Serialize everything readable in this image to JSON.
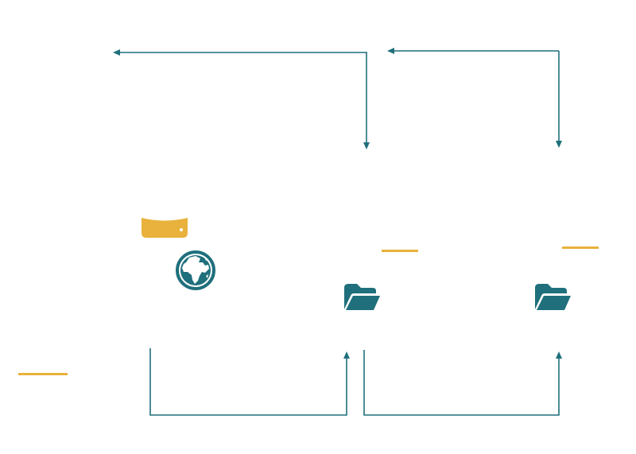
{
  "colors": {
    "connector": "#1f6f7c",
    "accent": "#e8b23c",
    "icon": "#1f6f7c",
    "background": "#ffffff"
  },
  "icons": {
    "database": "database-icon",
    "globe": "globe-icon",
    "folder_a": "folder-open-icon",
    "folder_b": "folder-open-icon"
  },
  "connectors": [
    {
      "name": "arrow-top-left",
      "direction": "left"
    },
    {
      "name": "arrow-top-left-down",
      "direction": "down"
    },
    {
      "name": "arrow-top-right",
      "direction": "left"
    },
    {
      "name": "arrow-top-right-down",
      "direction": "down"
    },
    {
      "name": "arrow-bottom-left",
      "direction": "up"
    },
    {
      "name": "arrow-bottom-right",
      "direction": "up"
    }
  ]
}
